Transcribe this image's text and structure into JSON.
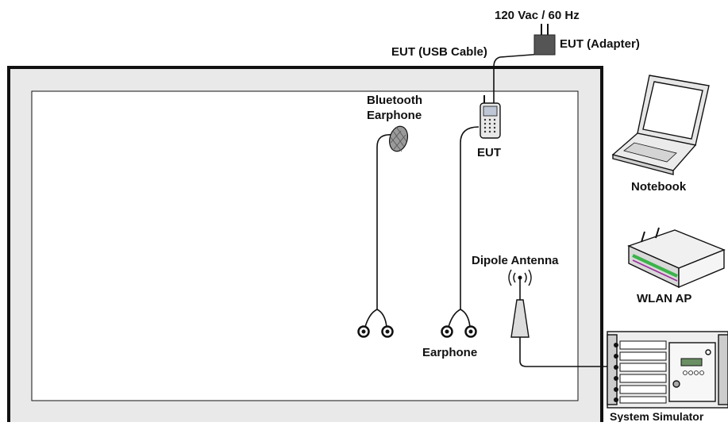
{
  "labels": {
    "power": "120 Vac / 60 Hz",
    "adapter": "EUT (Adapter)",
    "usb_cable": "EUT (USB Cable)",
    "bt_line1": "Bluetooth",
    "bt_line2": "Earphone",
    "eut": "EUT",
    "notebook": "Notebook",
    "wlan_ap": "WLAN AP",
    "dipole": "Dipole Antenna",
    "earphone": "Earphone",
    "simulator": "System Simulator"
  },
  "colors": {
    "chamber_frame": "#e9e9e9",
    "chamber_border": "#111111",
    "line": "#111111",
    "device_fill": "#f2f2f2",
    "adapter_fill": "#555555",
    "wlan_led": "#3bb34a",
    "wlan_stripe": "#9b2d9b"
  },
  "icons": [
    "adapter-icon",
    "phone-icon",
    "bt-earphone-icon",
    "wired-earphone-icon",
    "notebook-icon",
    "wlan-router-icon",
    "antenna-icon",
    "wireless-signal-icon",
    "simulator-icon"
  ]
}
